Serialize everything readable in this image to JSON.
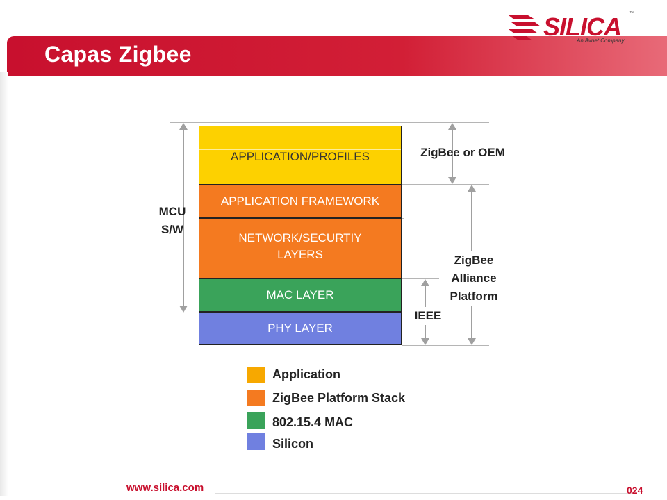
{
  "slide": {
    "title": "Capas Zigbee",
    "page_number": "024",
    "footer_url": "www.silica.com"
  },
  "logo": {
    "name": "SILICA",
    "trademark": "™",
    "tagline": "An Avnet Company"
  },
  "stack": {
    "layers": [
      {
        "label": "APPLICATION/PROFILES",
        "color": "#fdd100"
      },
      {
        "label": "APPLICATION FRAMEWORK",
        "color": "#f47a20"
      },
      {
        "label": "NETWORK/SECURTIY LAYERS",
        "color": "#f47a20"
      },
      {
        "label": "MAC LAYER",
        "color": "#3aa35a"
      },
      {
        "label": "PHY LAYER",
        "color": "#7080e0"
      }
    ]
  },
  "brackets": {
    "left": "MCU S/W",
    "zigbee_oem": "ZigBee or OEM",
    "alliance": "ZigBee Alliance Platform",
    "ieee": "IEEE"
  },
  "legend": [
    {
      "label": "Application",
      "color": "#f7a800"
    },
    {
      "label": "ZigBee Platform Stack",
      "color": "#f47a20"
    },
    {
      "label": "802.15.4 MAC",
      "color": "#3aa35a"
    },
    {
      "label": "Silicon",
      "color": "#7080e0"
    }
  ]
}
